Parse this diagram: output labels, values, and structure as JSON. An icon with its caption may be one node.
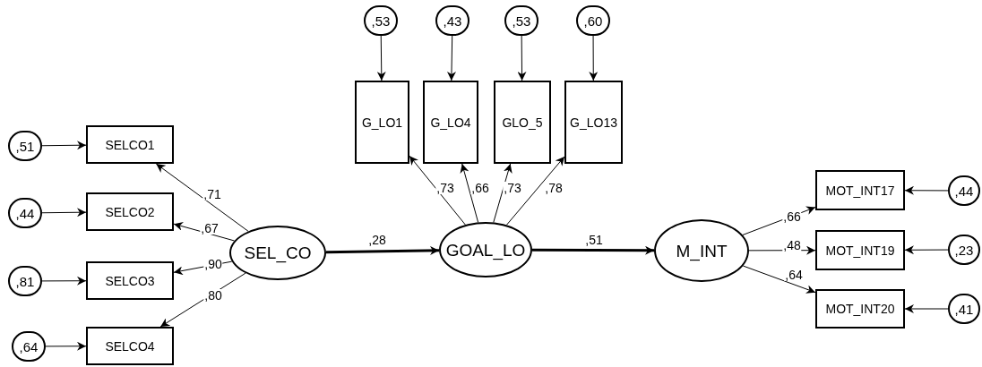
{
  "diagram": {
    "nodes": [
      {
        "text": [
          ",53"
        ]
      },
      {
        "text": [
          ",43"
        ]
      },
      {
        "text": [
          ",53"
        ]
      },
      {
        "text": [
          ",60"
        ]
      },
      {
        "text": [
          "G_LO1"
        ]
      },
      {
        "text": [
          "G_LO4"
        ]
      },
      {
        "text": [
          "GLO_5"
        ]
      },
      {
        "text": [
          "G_LO13"
        ]
      },
      {
        "text": [
          ",51"
        ]
      },
      {
        "text": [
          ",44"
        ]
      },
      {
        "text": [
          ",81"
        ]
      },
      {
        "text": [
          ",64"
        ]
      },
      {
        "text": [
          "SELCO1"
        ]
      },
      {
        "text": [
          "SELCO2"
        ]
      },
      {
        "text": [
          "SELCO3"
        ]
      },
      {
        "text": [
          "SELCO4"
        ]
      },
      {
        "text": [
          "SEL_CO"
        ]
      },
      {
        "text": [
          "GOAL_LO"
        ]
      },
      {
        "text": [
          "M_INT"
        ]
      },
      {
        "text": [
          "MOT_INT17"
        ]
      },
      {
        "text": [
          "MOT_INT19"
        ]
      },
      {
        "text": [
          "MOT_INT20"
        ]
      },
      {
        "text": [
          ",44"
        ]
      },
      {
        "text": [
          ",23"
        ]
      },
      {
        "text": [
          ",41"
        ]
      }
    ],
    "edges": [
      {
        "from": 0,
        "to": 4,
        "arrow": "to"
      },
      {
        "from": 1,
        "to": 5,
        "arrow": "to"
      },
      {
        "from": 2,
        "to": 6,
        "arrow": "to"
      },
      {
        "from": 3,
        "to": 7,
        "arrow": "to"
      },
      {
        "from": 8,
        "to": 12,
        "arrow": "to"
      },
      {
        "from": 9,
        "to": 13,
        "arrow": "to"
      },
      {
        "from": 10,
        "to": 14,
        "arrow": "to"
      },
      {
        "from": 11,
        "to": 15,
        "arrow": "to"
      },
      {
        "from": 16,
        "to": 12,
        "arrow": "to",
        "label": ",71"
      },
      {
        "from": 16,
        "to": 13,
        "arrow": "to",
        "label": ",67"
      },
      {
        "from": 16,
        "to": 14,
        "arrow": "to",
        "label": ",90"
      },
      {
        "from": 16,
        "to": 15,
        "arrow": "to",
        "label": ",80"
      },
      {
        "from": 17,
        "to": 4,
        "arrow": "to",
        "label": ",73"
      },
      {
        "from": 17,
        "to": 5,
        "arrow": "to",
        "label": ",66"
      },
      {
        "from": 17,
        "to": 6,
        "arrow": "to",
        "label": ",73"
      },
      {
        "from": 17,
        "to": 7,
        "arrow": "to",
        "label": ",78"
      },
      {
        "from": 18,
        "to": 19,
        "arrow": "to",
        "label": ",66"
      },
      {
        "from": 18,
        "to": 20,
        "arrow": "to",
        "label": ",48"
      },
      {
        "from": 18,
        "to": 21,
        "arrow": "to",
        "label": ",64"
      },
      {
        "from": 22,
        "to": 19,
        "arrow": "to"
      },
      {
        "from": 23,
        "to": 20,
        "arrow": "to"
      },
      {
        "from": 24,
        "to": 21,
        "arrow": "to"
      },
      {
        "from": 16,
        "to": 17,
        "arrow": "to",
        "label": ",28",
        "style": "thick"
      },
      {
        "from": 17,
        "to": 18,
        "arrow": "to",
        "label": ",51",
        "style": "thick"
      }
    ]
  }
}
